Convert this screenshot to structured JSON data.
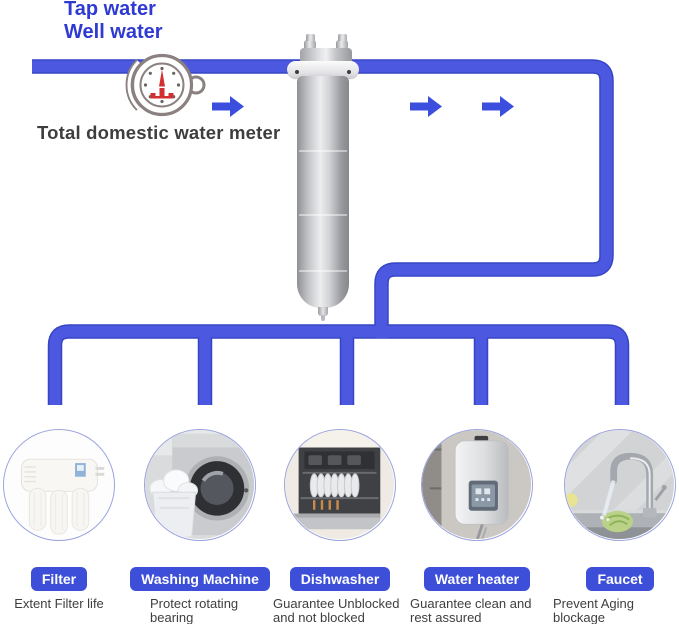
{
  "title": {
    "line1": "Tap water",
    "line2": "Well water"
  },
  "meter": {
    "label": "Total domestic water meter",
    "icon": "water-meter-icon"
  },
  "flow": {
    "arrow_icon": "right-arrow-icon",
    "arrow_count": 3
  },
  "filter_unit": {
    "icon": "stainless-filter-housing"
  },
  "colors": {
    "pipe": "#4b58df",
    "pipe_edge": "#3745c5",
    "accent_text": "#2f3ad2",
    "button_bg": "#3d4fd8",
    "button_text": "#ffffff",
    "desc_text": "#3e3e3e",
    "meter_red": "#d23030",
    "circle_ring": "#9aa3de",
    "arrow": "#3c4ede"
  },
  "appliances": [
    {
      "label": "Filter",
      "description": "Extent Filter life",
      "image": "ro-filter"
    },
    {
      "label": "Washing Machine",
      "description": "Protect rotating bearing",
      "image": "washing-machine"
    },
    {
      "label": "Dishwasher",
      "description": "Guarantee Unblocked and not blocked",
      "image": "dishwasher"
    },
    {
      "label": "Water heater",
      "description": "Guarantee clean and rest assured",
      "image": "water-heater"
    },
    {
      "label": "Faucet",
      "description": "Prevent Aging blockage",
      "image": "faucet"
    }
  ]
}
